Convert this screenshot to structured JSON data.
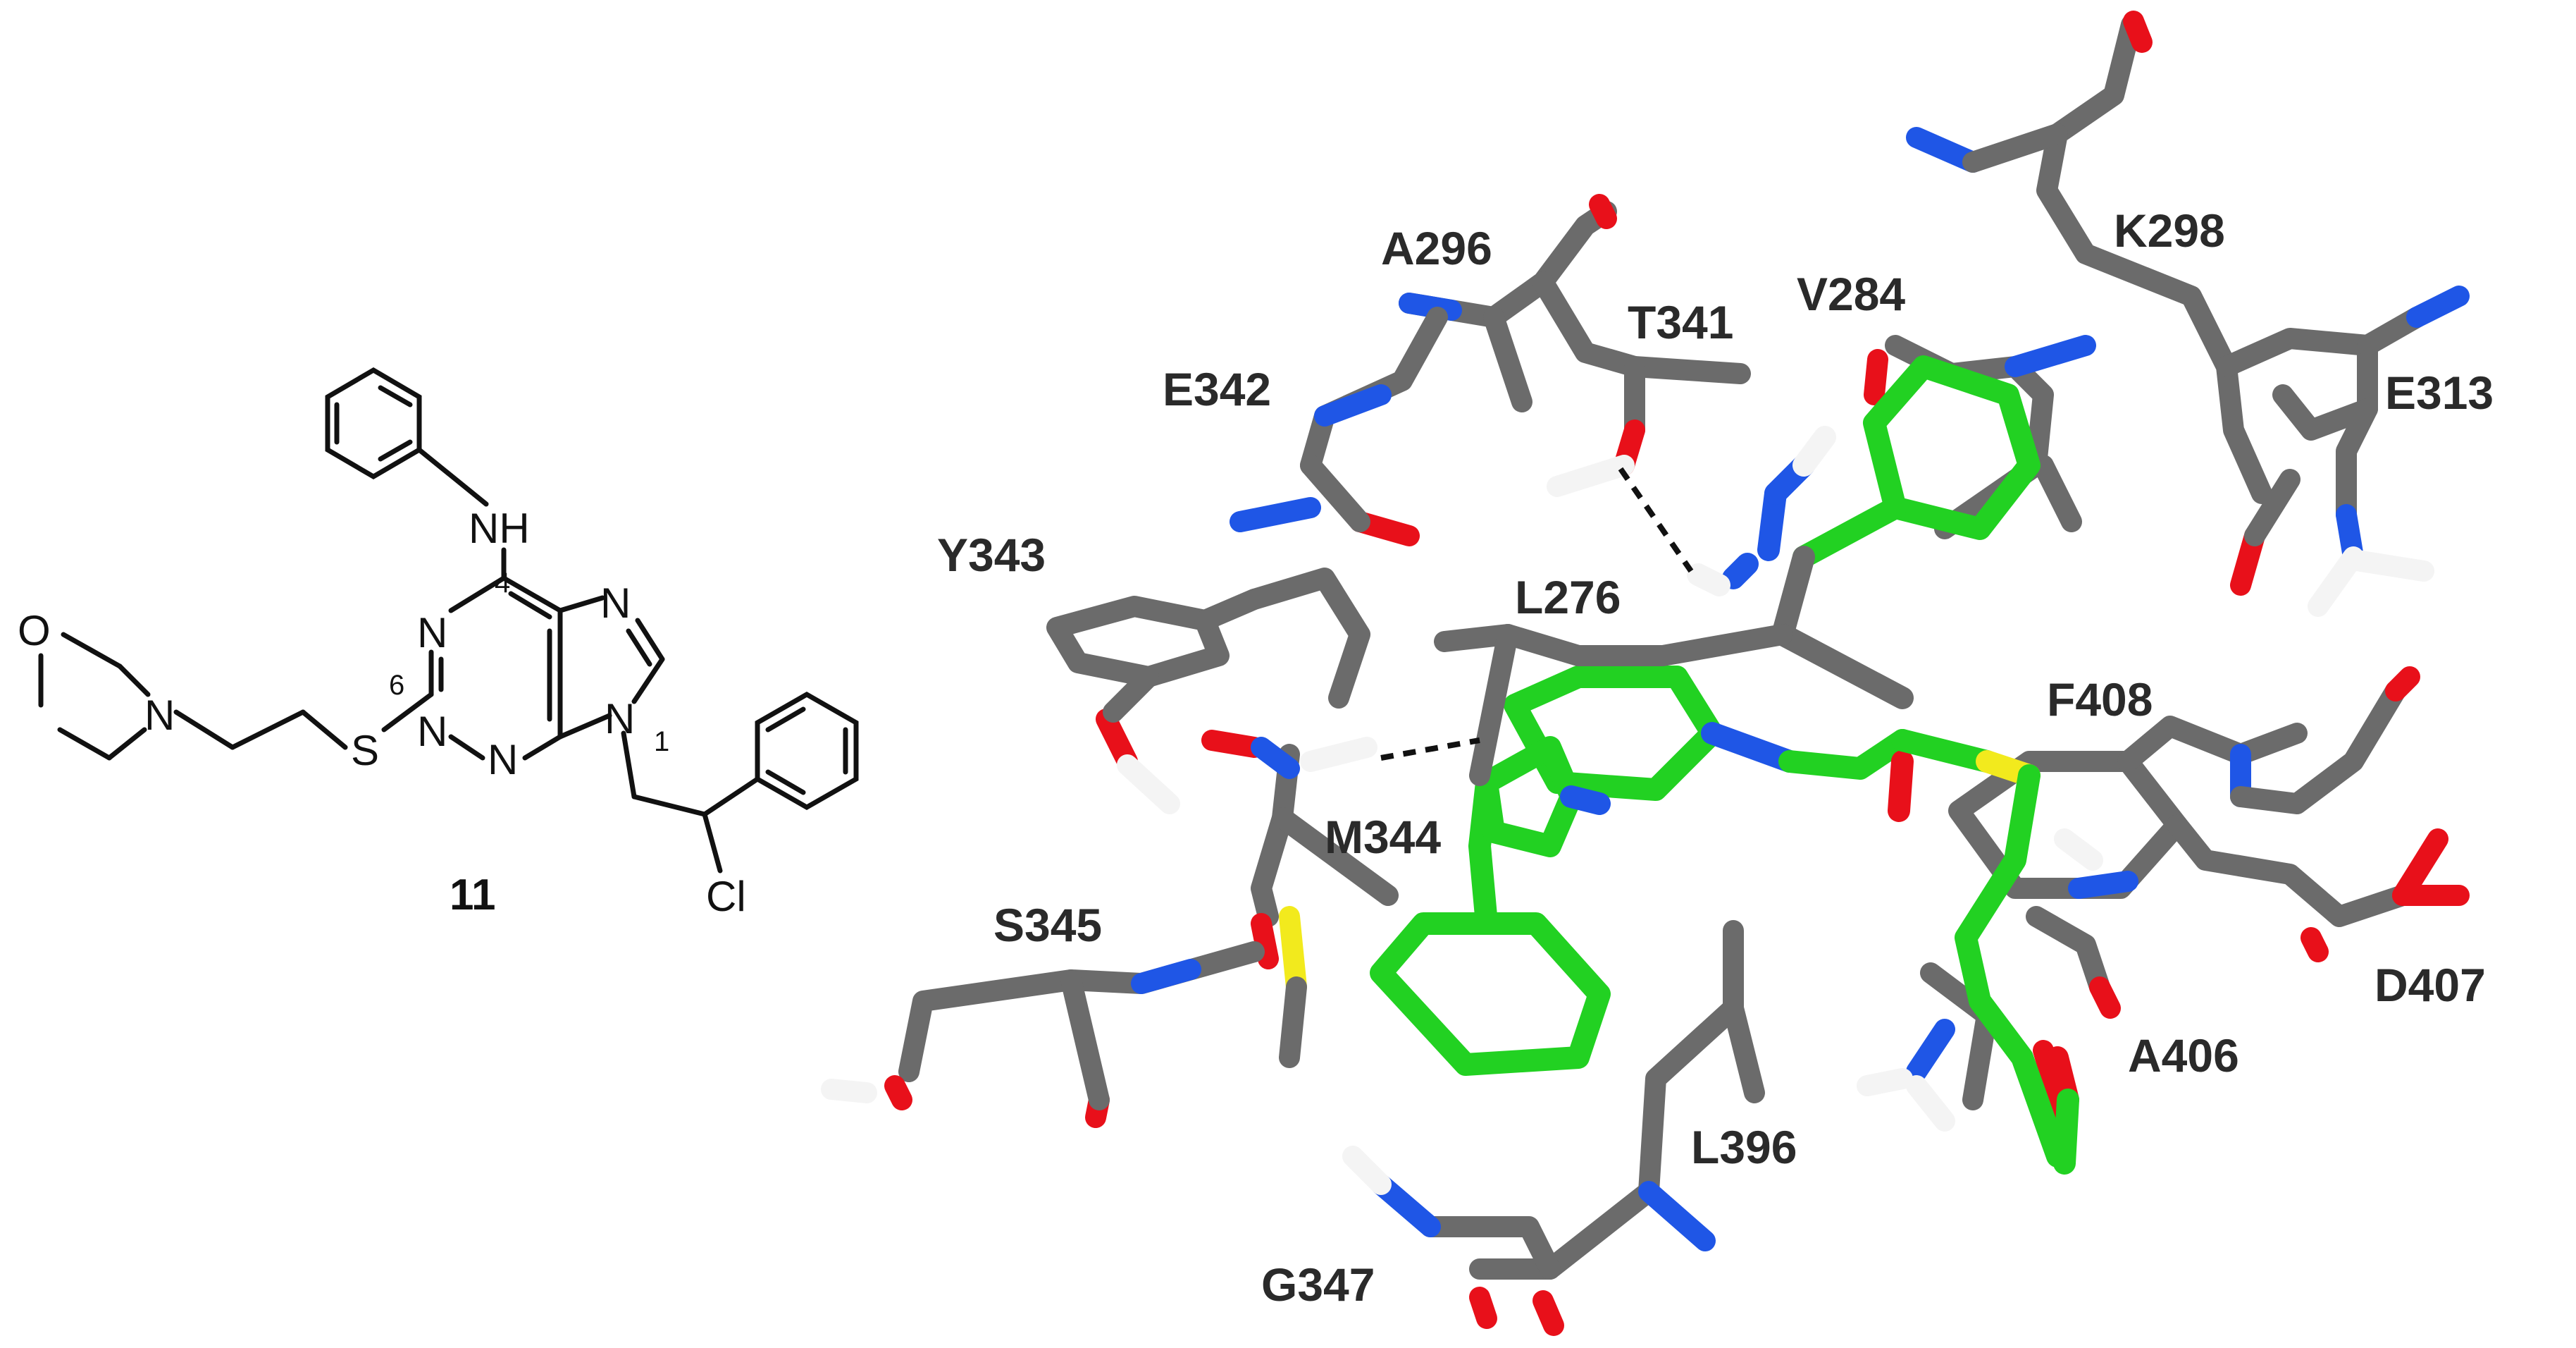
{
  "compound": {
    "number": "11",
    "atoms": {
      "nh": "NH",
      "n": "N",
      "s": "S",
      "o": "O",
      "cl": "Cl"
    },
    "locants": [
      "4",
      "6",
      "1"
    ]
  },
  "residues": [
    "A296",
    "T341",
    "V284",
    "K298",
    "E313",
    "E342",
    "Y343",
    "L276",
    "F408",
    "M344",
    "S345",
    "D407",
    "A406",
    "L396",
    "G347"
  ],
  "colors": {
    "carbon_protein": "#6b6b6b",
    "carbon_ligand": "#22d122",
    "nitrogen": "#1f56e6",
    "oxygen": "#e8101a",
    "sulfur": "#f2ea1d",
    "hydrogen": "#f4f4f4"
  }
}
